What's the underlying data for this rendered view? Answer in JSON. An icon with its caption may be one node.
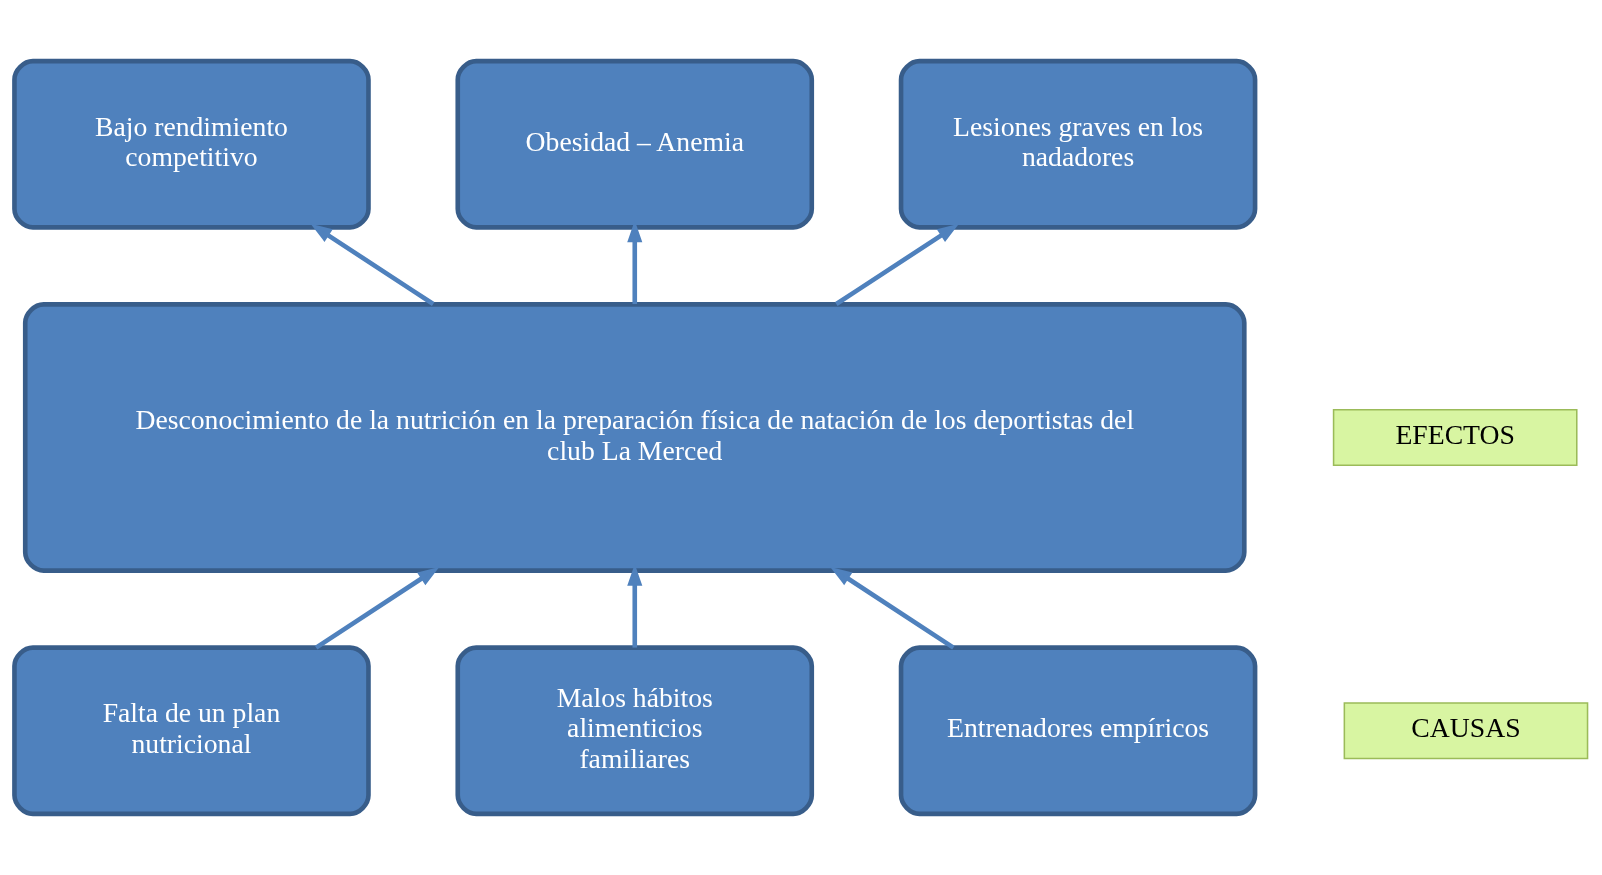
{
  "diagram": {
    "nodes": [
      {
        "text": [
          "Bajo rendimiento competitivo"
        ]
      },
      {
        "text": [
          "Obesidad – Anemia"
        ]
      },
      {
        "text": [
          "Lesiones graves en los nadadores"
        ]
      },
      {
        "text": [
          "EFECTOS"
        ]
      },
      {
        "text": [
          "Desconocimiento de la nutrición en la preparación física de natación de los deportistas del club La Merced"
        ]
      },
      {
        "text": [
          "CAUSAS"
        ]
      },
      {
        "text": [
          "Falta de un plan nutricional"
        ]
      },
      {
        "text": [
          "Malos hábitos alimenticios familiares"
        ]
      },
      {
        "text": [
          "Entrenadores empíricos"
        ]
      }
    ],
    "edges": [
      {
        "from": 4,
        "to": 0,
        "arrow": "to"
      },
      {
        "from": 4,
        "to": 1,
        "arrow": "to"
      },
      {
        "from": 4,
        "to": 2,
        "arrow": "to"
      },
      {
        "from": 6,
        "to": 4,
        "arrow": "to"
      },
      {
        "from": 7,
        "to": 4,
        "arrow": "to"
      },
      {
        "from": 8,
        "to": 4,
        "arrow": "to"
      }
    ]
  }
}
